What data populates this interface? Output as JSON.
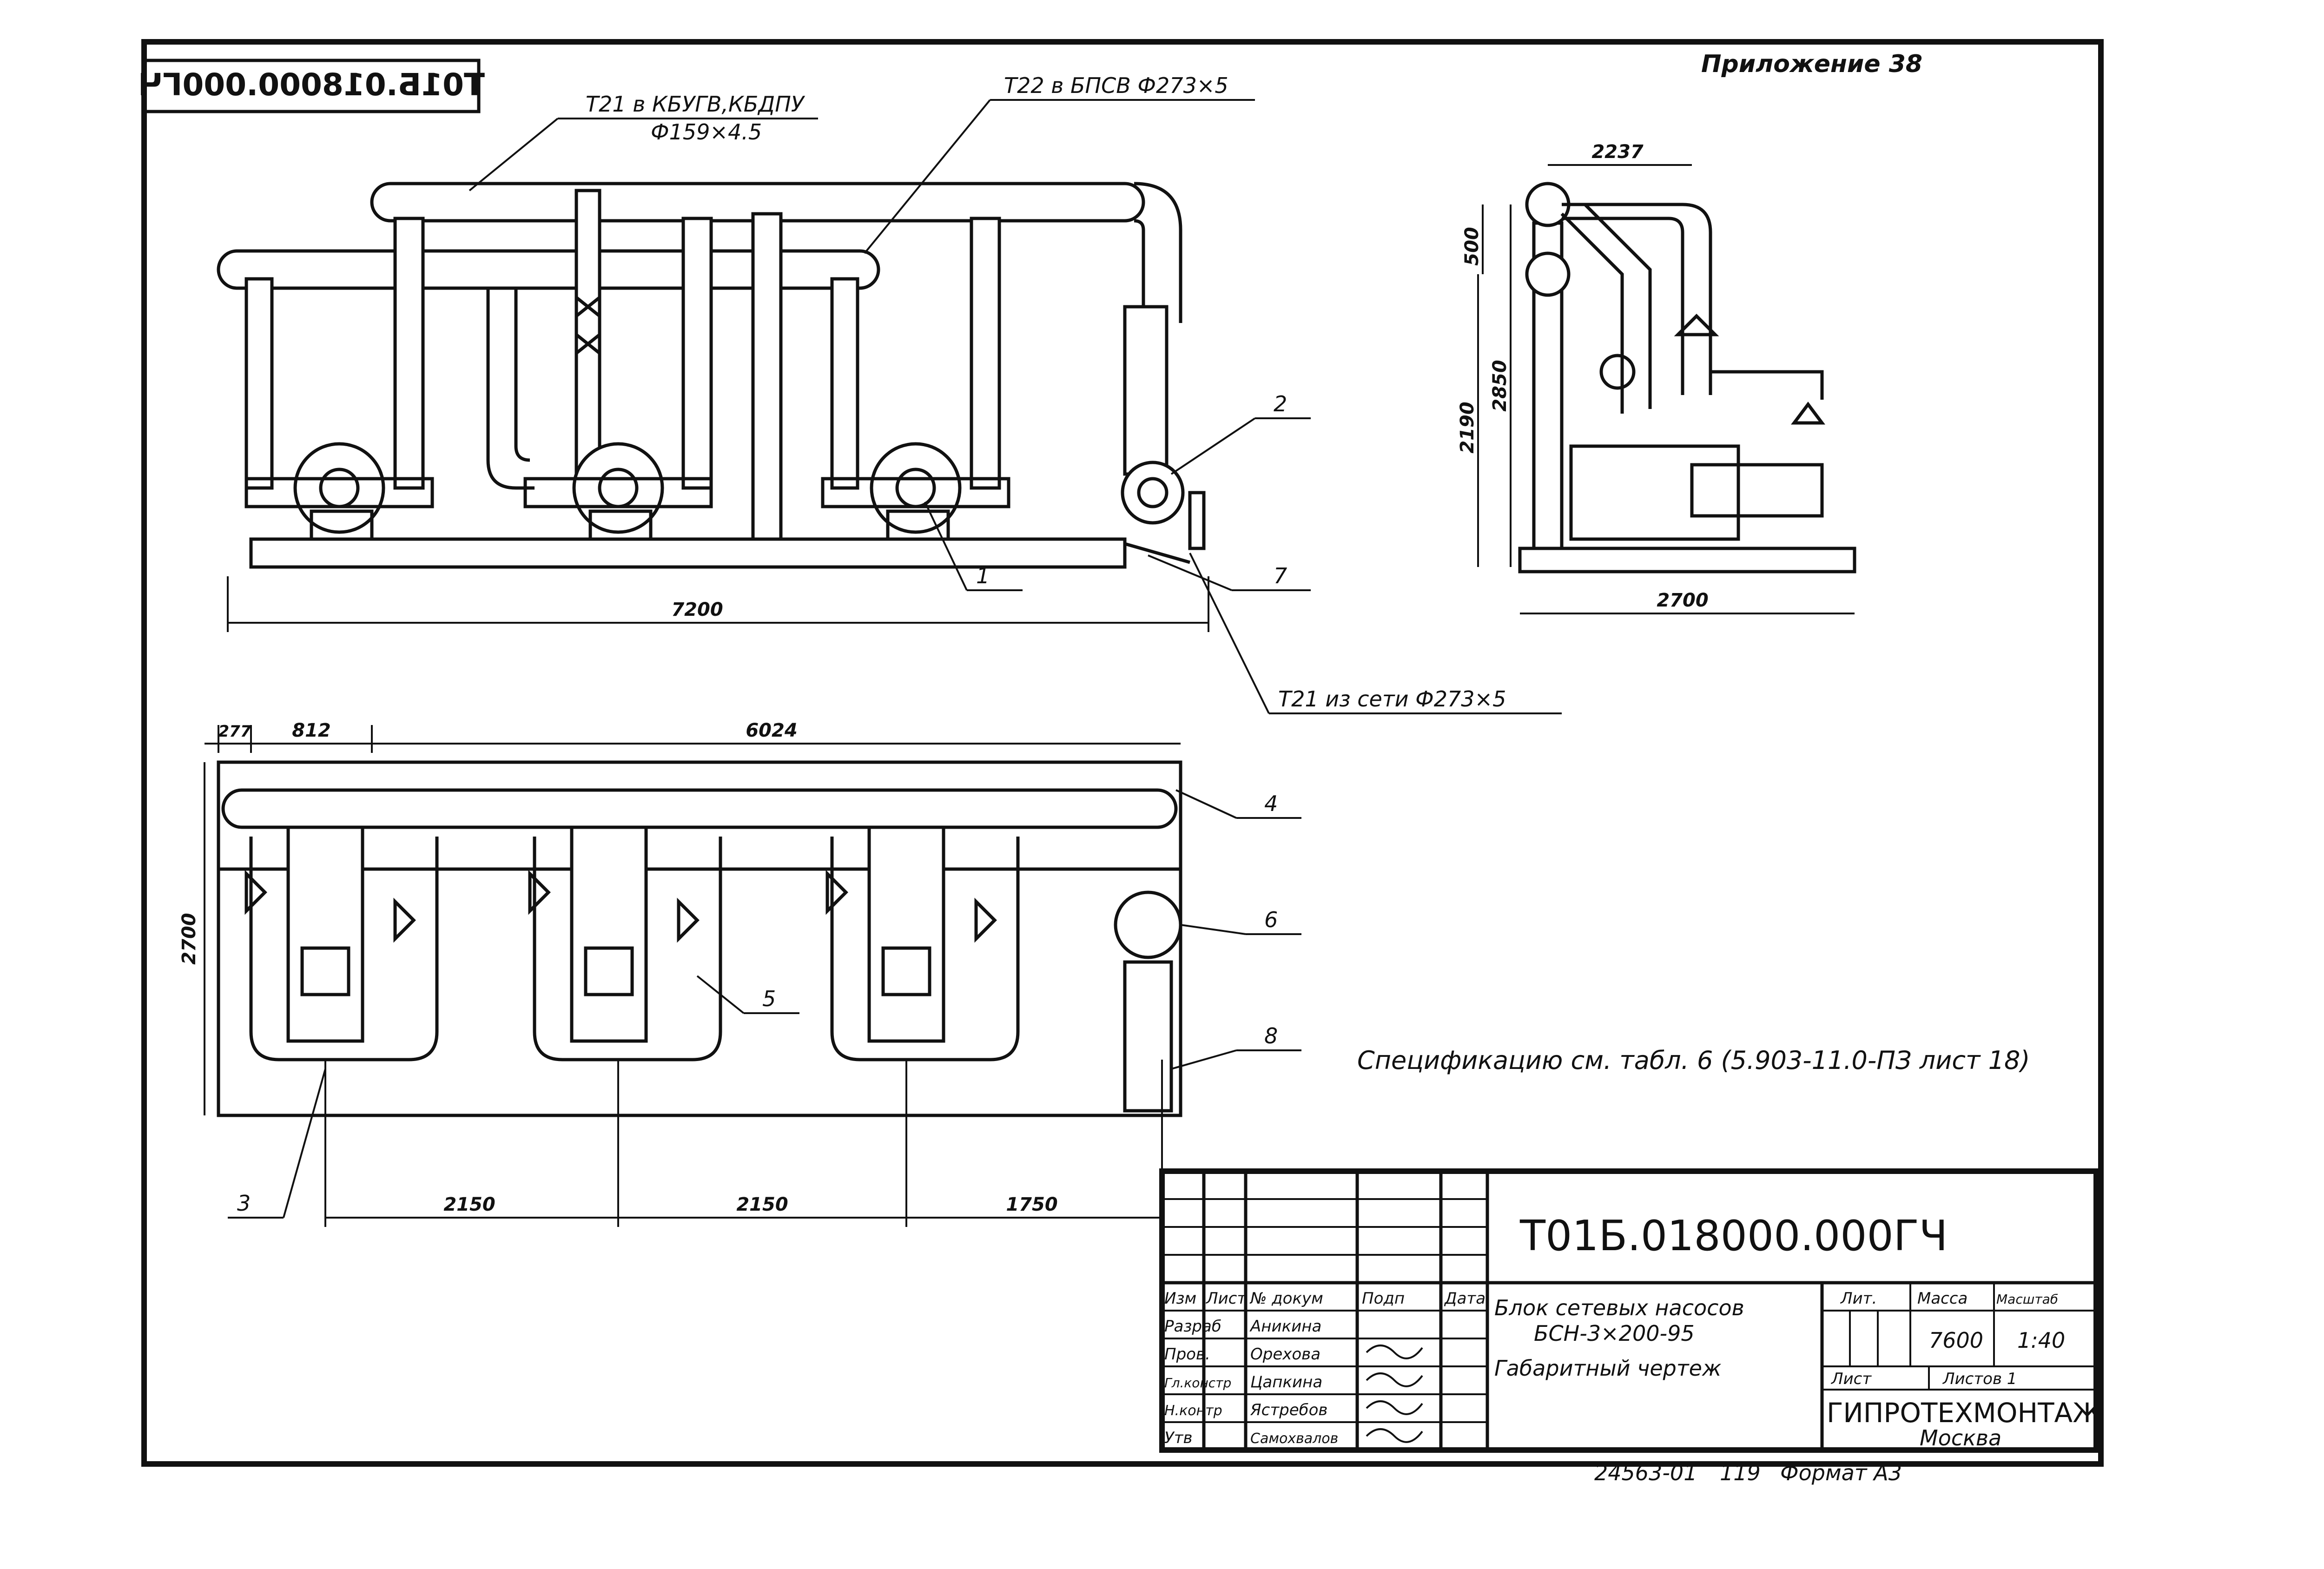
{
  "sheet": {
    "appendix": "Приложение 38",
    "mirror_code": "Т01Б.018000.000ГЧ",
    "callouts": {
      "t21_branch": "Т21 в КБУГВ,КБДПУ",
      "t21_branch_dia": "Ф159×4.5",
      "t22": "Т22 в БПСВ Ф273×5",
      "t21_net": "Т21 из сети Ф273×5",
      "spec_note": "Спецификацию см. табл. 6 (5.903-11.0-ПЗ лист 18)"
    },
    "positions": [
      "1",
      "2",
      "3",
      "4",
      "5",
      "6",
      "7",
      "8"
    ],
    "dims": {
      "front_length": "7200",
      "side_width": "2237",
      "side_h500": "500",
      "side_h2850": "2850",
      "side_h2190": "2190",
      "side_base": "2700",
      "plan_277": "277",
      "plan_812": "812",
      "plan_6024": "6024",
      "plan_2700": "2700",
      "plan_2150a": "2150",
      "plan_2150b": "2150",
      "plan_1750": "1750"
    }
  },
  "title_block": {
    "designation": "Т01Б.018000.000ГЧ",
    "name_line1": "Блок сетевых насосов",
    "name_line2": "БСН-3×200-95",
    "doc_type": "Габаритный чертеж",
    "col_headers": [
      "Изм",
      "Лист",
      "№ докум",
      "Подп",
      "Дата"
    ],
    "roles": [
      {
        "role": "Разраб",
        "name": "Аникина"
      },
      {
        "role": "Пров.",
        "name": "Орехова"
      },
      {
        "role": "Гл.констр",
        "name": "Цапкина"
      },
      {
        "role": "Н.контр",
        "name": "Ястребов"
      },
      {
        "role": "Утв",
        "name": "Самохвалов"
      }
    ],
    "lit_label": "Лит.",
    "mass_label": "Масса",
    "scale_label": "Масштаб",
    "mass_value": "7600",
    "scale_value": "1:40",
    "sheet_label": "Лист",
    "sheets_label": "Листов 1",
    "org": "ГИПРОТЕХМОНТАЖ",
    "city": "Москва"
  },
  "footer": {
    "inv": "24563-01",
    "num": "119",
    "format": "Формат А3"
  }
}
